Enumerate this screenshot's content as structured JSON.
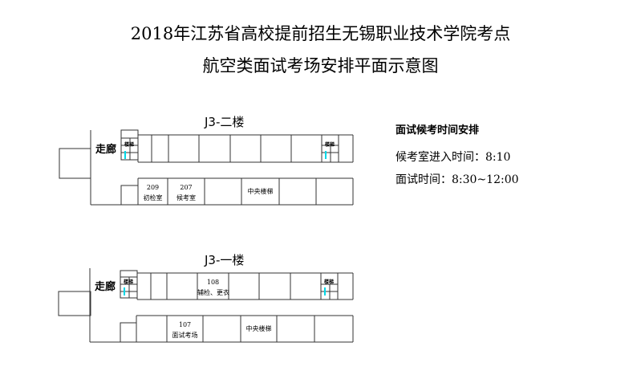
{
  "title": {
    "line1": "2018年江苏省高校提前招生无锡职业技术学院考点",
    "line2": "航空类面试考场安排平面示意图"
  },
  "floor2": {
    "title": "J3-二楼",
    "corridor": "走廊",
    "stair_label": "楼梯",
    "rooms": [
      {
        "number": "209",
        "name": "初检室"
      },
      {
        "number": "207",
        "name": "候考室"
      }
    ],
    "central_stair": "中央楼梯"
  },
  "floor1": {
    "title": "J3-一楼",
    "corridor": "走廊",
    "stair_label": "楼梯",
    "top_room": {
      "number": "108",
      "name": "辅检、更衣"
    },
    "bottom_room": {
      "number": "107",
      "name": "面试考场"
    },
    "central_stair": "中央楼梯"
  },
  "schedule": {
    "heading": "面试候考时间安排",
    "checkin": "候考室进入时间：8:10",
    "interview": "面试时间：8:30~12:00"
  },
  "colors": {
    "stair_arrow": "#00d8e8"
  }
}
